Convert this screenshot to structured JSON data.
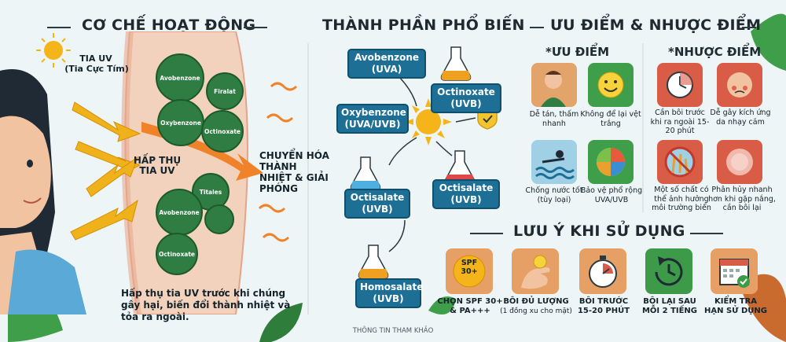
{
  "sections": {
    "mechanism": "CƠ CHẾ HOẠT ĐỘNG",
    "ingredients": "THÀNH PHẦN PHỔ BIẾN",
    "pros_cons": "ƯU ĐIỂM & NHƯỢC ĐIỂM",
    "usage": "LƯU Ý KHI SỬ DỤNG"
  },
  "mechanism": {
    "uv_label": "TIA UV",
    "uv_sub": "(Tia Cực Tím)",
    "absorb": "HẤP THỤ TIA UV",
    "convert": "CHUYỂN HÓA THÀNH NHIỆT & GIẢI PHÓNG",
    "cells": [
      "Avobenzone",
      "Firalat",
      "Oxybenzone",
      "Octinoxate",
      "Titales",
      "Avobenzone",
      "Octinoxate"
    ],
    "caption": "Hấp thụ tia UV trước khi chúng gây hại, biến đổi thành nhiệt và tỏa ra ngoài."
  },
  "ingredients": [
    {
      "name": "Avobenzone",
      "type": "(UVA)"
    },
    {
      "name": "Oxybenzone",
      "type": "(UVA/UVB)"
    },
    {
      "name": "Octisalate",
      "type": "(UVB)"
    },
    {
      "name": "Homosalate",
      "type": "(UVB)"
    },
    {
      "name": "Octinoxate",
      "type": "(UVB)"
    },
    {
      "name": "Octisalate",
      "type": "(UVB)"
    }
  ],
  "pros": {
    "title": "*ƯU ĐIỂM",
    "items": [
      "Dễ tán, thấm nhanh",
      "Không để lại vệt trắng",
      "Chống nước tốt (tùy loại)",
      "Bảo vệ phổ rộng UVA/UVB"
    ]
  },
  "cons": {
    "title": "*NHƯỢC ĐIỂM",
    "items": [
      "Cần bôi trước khi ra ngoài 15-20 phút",
      "Dễ gây kích ứng da nhạy cảm",
      "Một số chất có thể ảnh hưởng môi trường biển",
      "Phân hủy nhanh hơn khi gặp nắng, cần bôi lại"
    ]
  },
  "usage": [
    {
      "title": "CHỌN SPF 30+",
      "sub": "& PA+++"
    },
    {
      "title": "BÔI ĐỦ LƯỢNG",
      "sub": "(1 đồng xu cho mặt)"
    },
    {
      "title": "BÔI TRƯỚC",
      "sub": "15-20 PHÚT"
    },
    {
      "title": "BÔI LẠI SAU",
      "sub": "MỖI 2 TIẾNG"
    },
    {
      "title": "KIỂM TRA",
      "sub": "HẠN SỬ DỤNG"
    }
  ],
  "spf_badge": "SPF 30+",
  "footer": "THÔNG TIN THAM KHẢO",
  "colors": {
    "background": "#eef5f6",
    "chem_box": "#1d6f96",
    "cell": "#2f7d42",
    "tile_orange": "#e3a46c",
    "tile_green": "#3f9e4a",
    "arrow": "#f0b21a",
    "heat": "#f0832a"
  }
}
